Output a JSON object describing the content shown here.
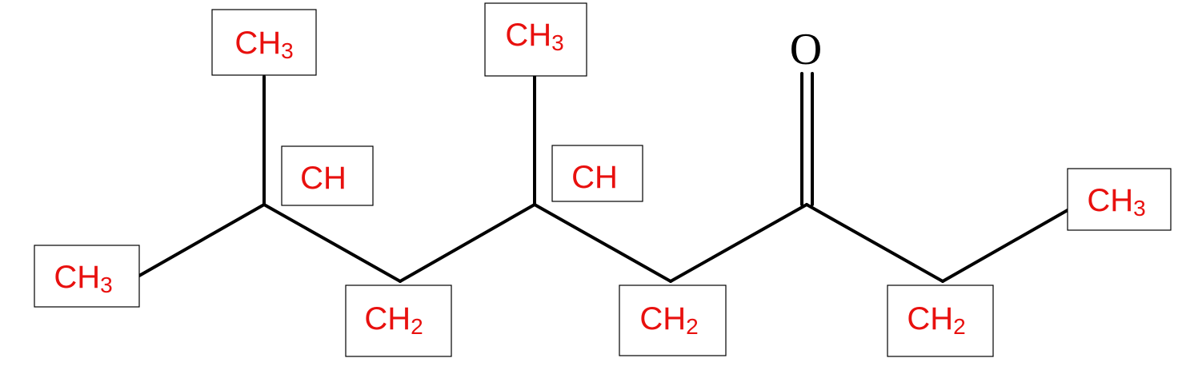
{
  "groups": {
    "ch3_top_left": "CH3",
    "ch_left": "CH",
    "ch3_top_middle": "CH3",
    "ch_middle": "CH",
    "ch3_left_end": "CH3",
    "ch2_first": "CH2",
    "ch2_second": "CH2",
    "ch2_third": "CH2",
    "ch3_right_end": "CH3"
  },
  "atoms": {
    "oxygen": "O"
  },
  "colors": {
    "label_text": "#e8100e",
    "bond": "#000000"
  }
}
